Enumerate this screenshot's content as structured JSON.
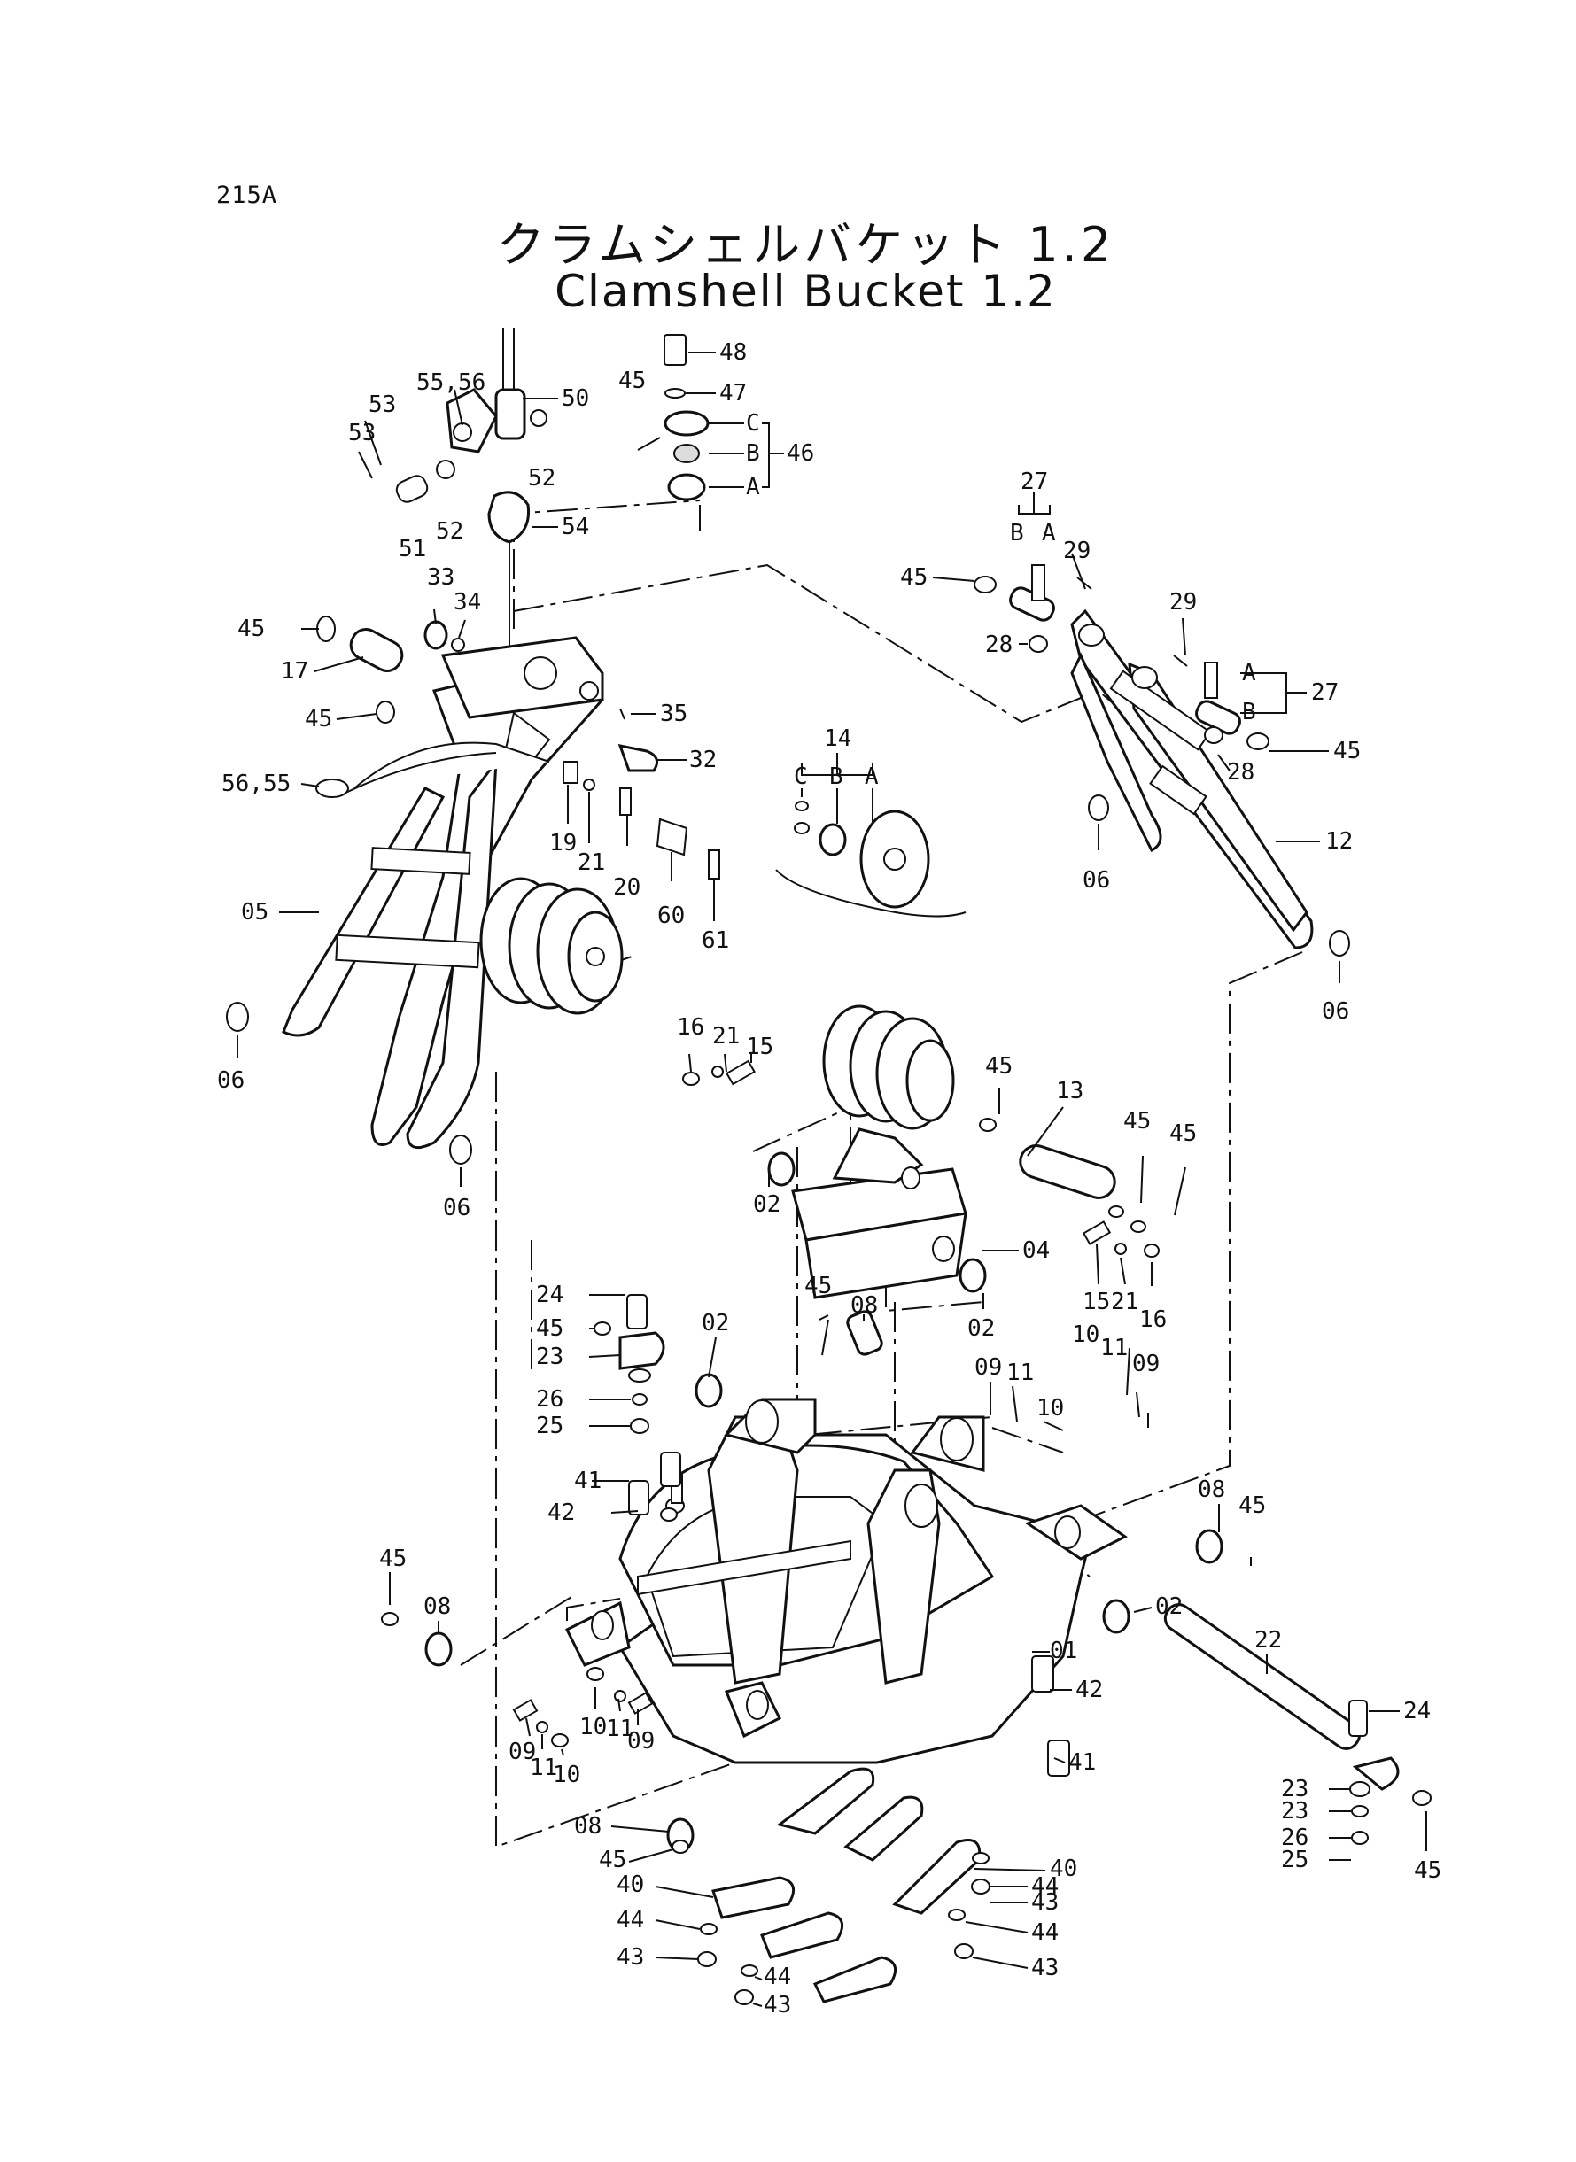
{
  "sheet_id": "215A",
  "title_jp": "クラムシェルバケット 1.2",
  "title_en": "Clamshell Bucket 1.2",
  "labels": [
    {
      "key": "48",
      "text": "48"
    },
    {
      "key": "47",
      "text": "47"
    },
    {
      "key": "45a",
      "text": "45"
    },
    {
      "key": "46c",
      "text": "C"
    },
    {
      "key": "46b",
      "text": "B"
    },
    {
      "key": "46a",
      "text": "A"
    },
    {
      "key": "46",
      "text": "46"
    },
    {
      "key": "55_56",
      "text": "55,56"
    },
    {
      "key": "50",
      "text": "50"
    },
    {
      "key": "53a",
      "text": "53"
    },
    {
      "key": "53b",
      "text": "53"
    },
    {
      "key": "52a",
      "text": "52"
    },
    {
      "key": "52b",
      "text": "52"
    },
    {
      "key": "51",
      "text": "51"
    },
    {
      "key": "54",
      "text": "54"
    },
    {
      "key": "33",
      "text": "33"
    },
    {
      "key": "34",
      "text": "34"
    },
    {
      "key": "45b",
      "text": "45"
    },
    {
      "key": "17",
      "text": "17"
    },
    {
      "key": "45c",
      "text": "45"
    },
    {
      "key": "35",
      "text": "35"
    },
    {
      "key": "32",
      "text": "32"
    },
    {
      "key": "56_55",
      "text": "56,55"
    },
    {
      "key": "19",
      "text": "19"
    },
    {
      "key": "21a",
      "text": "21"
    },
    {
      "key": "20",
      "text": "20"
    },
    {
      "key": "60",
      "text": "60"
    },
    {
      "key": "61",
      "text": "61"
    },
    {
      "key": "05",
      "text": "05"
    },
    {
      "key": "06a",
      "text": "06"
    },
    {
      "key": "06b",
      "text": "06"
    },
    {
      "key": "14",
      "text": "14"
    },
    {
      "key": "14c",
      "text": "C"
    },
    {
      "key": "14b",
      "text": "B"
    },
    {
      "key": "14a",
      "text": "A"
    },
    {
      "key": "27a",
      "text": "27"
    },
    {
      "key": "27aB",
      "text": "B"
    },
    {
      "key": "27aA",
      "text": "A"
    },
    {
      "key": "29a",
      "text": "29"
    },
    {
      "key": "45d",
      "text": "45"
    },
    {
      "key": "28a",
      "text": "28"
    },
    {
      "key": "29b",
      "text": "29"
    },
    {
      "key": "27bA",
      "text": "A"
    },
    {
      "key": "27b",
      "text": "27"
    },
    {
      "key": "27bB",
      "text": "B"
    },
    {
      "key": "45e",
      "text": "45"
    },
    {
      "key": "28b",
      "text": "28"
    },
    {
      "key": "06c",
      "text": "06"
    },
    {
      "key": "12",
      "text": "12"
    },
    {
      "key": "06d",
      "text": "06"
    },
    {
      "key": "16a",
      "text": "16"
    },
    {
      "key": "21b",
      "text": "21"
    },
    {
      "key": "15a",
      "text": "15"
    },
    {
      "key": "45f",
      "text": "45"
    },
    {
      "key": "13",
      "text": "13"
    },
    {
      "key": "45g",
      "text": "45"
    },
    {
      "key": "45h",
      "text": "45"
    },
    {
      "key": "02a",
      "text": "02"
    },
    {
      "key": "04",
      "text": "04"
    },
    {
      "key": "02b",
      "text": "02"
    },
    {
      "key": "15b",
      "text": "15"
    },
    {
      "key": "21c",
      "text": "21"
    },
    {
      "key": "16b",
      "text": "16"
    },
    {
      "key": "24a",
      "text": "24"
    },
    {
      "key": "45i",
      "text": "45"
    },
    {
      "key": "23a",
      "text": "23"
    },
    {
      "key": "26a",
      "text": "26"
    },
    {
      "key": "25a",
      "text": "25"
    },
    {
      "key": "02c",
      "text": "02"
    },
    {
      "key": "45j",
      "text": "45"
    },
    {
      "key": "08a",
      "text": "08"
    },
    {
      "key": "09a",
      "text": "09"
    },
    {
      "key": "11a",
      "text": "11"
    },
    {
      "key": "10a",
      "text": "10"
    },
    {
      "key": "10b",
      "text": "10"
    },
    {
      "key": "11b",
      "text": "11"
    },
    {
      "key": "09b",
      "text": "09"
    },
    {
      "key": "41a",
      "text": "41"
    },
    {
      "key": "42a",
      "text": "42"
    },
    {
      "key": "08b",
      "text": "08"
    },
    {
      "key": "45k",
      "text": "45"
    },
    {
      "key": "02d",
      "text": "02"
    },
    {
      "key": "01",
      "text": "01"
    },
    {
      "key": "42b",
      "text": "42"
    },
    {
      "key": "41b",
      "text": "41"
    },
    {
      "key": "22",
      "text": "22"
    },
    {
      "key": "24b",
      "text": "24"
    },
    {
      "key": "23b",
      "text": "23"
    },
    {
      "key": "23c",
      "text": "23"
    },
    {
      "key": "26b",
      "text": "26"
    },
    {
      "key": "25b",
      "text": "25"
    },
    {
      "key": "45l",
      "text": "45"
    },
    {
      "key": "45m",
      "text": "45"
    },
    {
      "key": "08c",
      "text": "08"
    },
    {
      "key": "10c",
      "text": "10"
    },
    {
      "key": "11c",
      "text": "11"
    },
    {
      "key": "09c",
      "text": "09"
    },
    {
      "key": "09d",
      "text": "09"
    },
    {
      "key": "11d",
      "text": "11"
    },
    {
      "key": "10d",
      "text": "10"
    },
    {
      "key": "08d",
      "text": "08"
    },
    {
      "key": "45n",
      "text": "45"
    },
    {
      "key": "40a",
      "text": "40"
    },
    {
      "key": "44a",
      "text": "44"
    },
    {
      "key": "43a",
      "text": "43"
    },
    {
      "key": "44b",
      "text": "44"
    },
    {
      "key": "43b",
      "text": "43"
    },
    {
      "key": "40b",
      "text": "40"
    },
    {
      "key": "44c",
      "text": "44"
    },
    {
      "key": "43c",
      "text": "43"
    },
    {
      "key": "44d",
      "text": "44"
    },
    {
      "key": "43d",
      "text": "43"
    }
  ]
}
